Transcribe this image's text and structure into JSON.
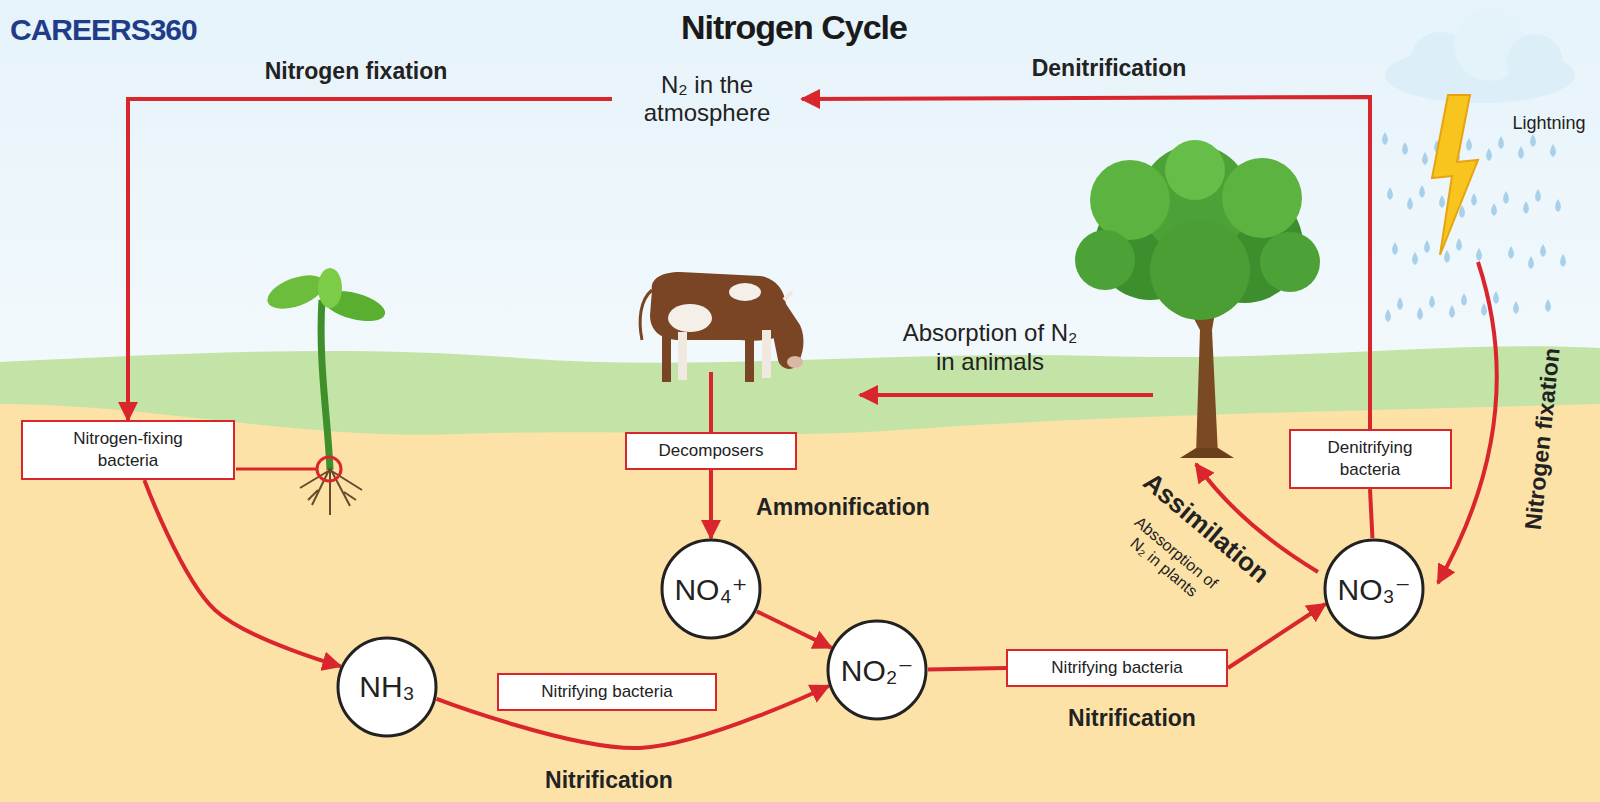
{
  "diagram": {
    "title": "Nitrogen Cycle",
    "nodes": [
      {
        "text": [
          "N₂ in the atmosphere"
        ]
      },
      {
        "text": [
          "Nitrogen-fixing bacteria"
        ]
      },
      {
        "text": [
          "Decomposers"
        ]
      },
      {
        "text": [
          "Denitrifying bacteria"
        ]
      },
      {
        "text": [
          "NO₄⁺"
        ]
      },
      {
        "text": [
          "NO₂⁻"
        ]
      },
      {
        "text": [
          "NO₃⁻"
        ]
      },
      {
        "text": [
          "Nitrifying bacteria"
        ]
      },
      {
        "text": [
          "NH₃"
        ]
      },
      {
        "text": [
          "Nitrifying bacteria"
        ]
      }
    ],
    "edges": [
      {
        "from": 0,
        "to": 1,
        "arrow": "to",
        "label": "Nitrogen fixation"
      },
      {
        "from": 1,
        "to": 8,
        "arrow": "to"
      },
      {
        "from": 8,
        "to": 5,
        "arrow": "to",
        "label": "Nitrification"
      },
      {
        "from": 2,
        "to": 4,
        "arrow": "to",
        "label": "Ammonification"
      },
      {
        "from": 4,
        "to": 5,
        "arrow": "to"
      },
      {
        "from": 5,
        "to": 9,
        "arrow": "none"
      },
      {
        "from": 9,
        "to": 6,
        "arrow": "to",
        "label": "Nitrification"
      },
      {
        "from": 6,
        "to": 3,
        "arrow": "none"
      },
      {
        "from": 3,
        "to": 0,
        "arrow": "to",
        "label": "Denitrification"
      }
    ],
    "labels": [
      "CAREERS360",
      "Lightning",
      "Absorption of N₂ in animals",
      "Assimilation",
      "Abssorption of N₂ in plants",
      "Nitrogen fixation"
    ]
  }
}
